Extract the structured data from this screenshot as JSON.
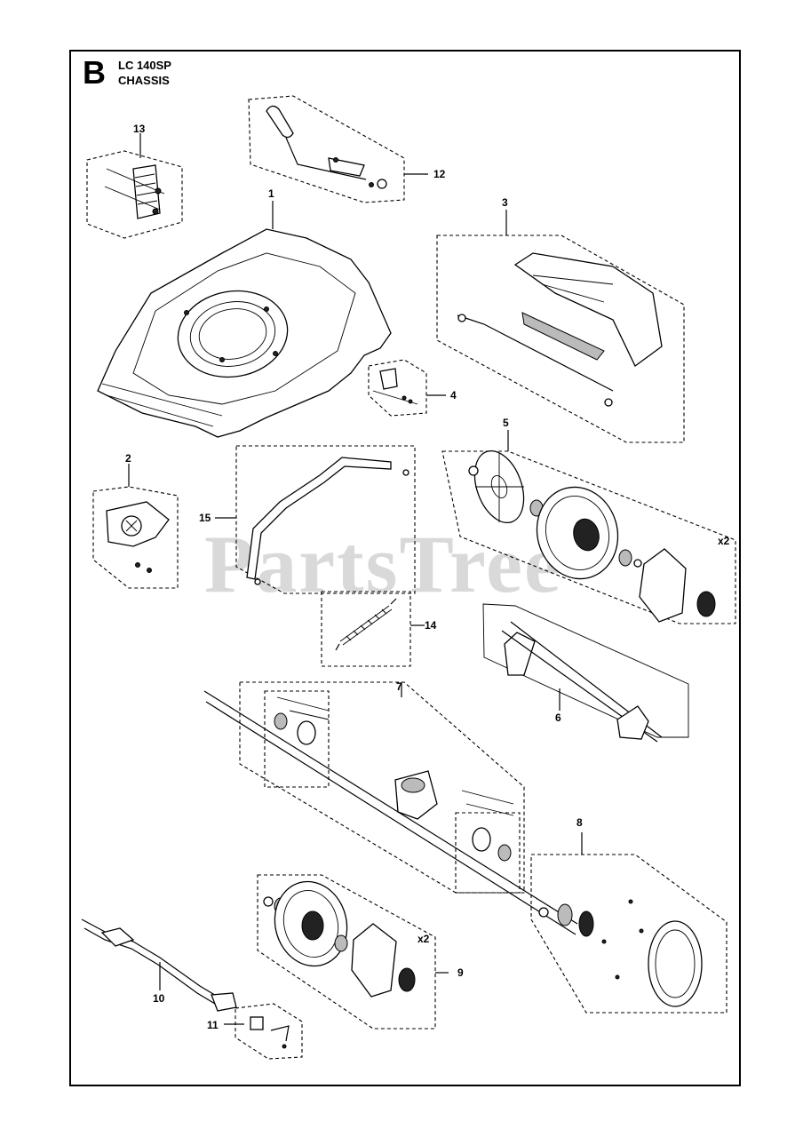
{
  "section": {
    "letter": "B",
    "model": "LC 140SP",
    "title": "CHASSIS"
  },
  "watermark": "PartsTree",
  "callouts": [
    {
      "id": "c1",
      "number": "1"
    },
    {
      "id": "c2",
      "number": "2"
    },
    {
      "id": "c3",
      "number": "3"
    },
    {
      "id": "c4",
      "number": "4"
    },
    {
      "id": "c5",
      "number": "5"
    },
    {
      "id": "c6",
      "number": "6"
    },
    {
      "id": "c7",
      "number": "7"
    },
    {
      "id": "c8",
      "number": "8"
    },
    {
      "id": "c9",
      "number": "9"
    },
    {
      "id": "c10",
      "number": "10"
    },
    {
      "id": "c11",
      "number": "11"
    },
    {
      "id": "c12",
      "number": "12"
    },
    {
      "id": "c13",
      "number": "13"
    },
    {
      "id": "c14",
      "number": "14"
    },
    {
      "id": "c15",
      "number": "15"
    }
  ],
  "quantity_marks": {
    "wheel_front": "x2",
    "wheel_rear": "x2"
  }
}
